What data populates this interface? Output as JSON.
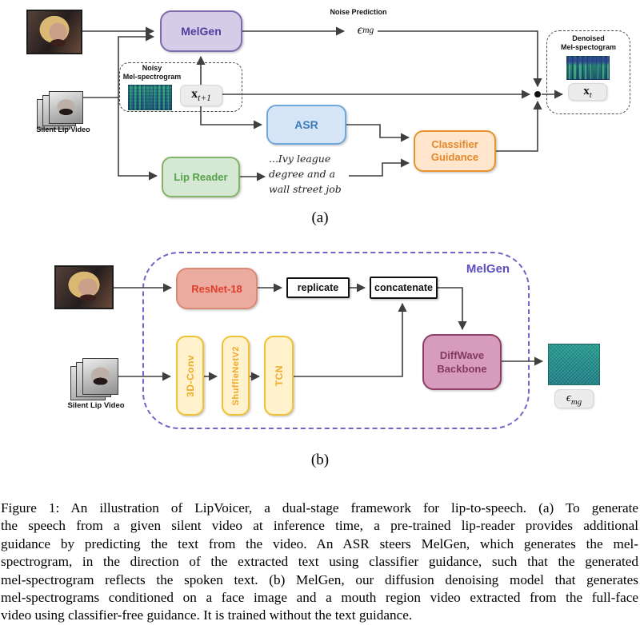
{
  "colors": {
    "purple_fill": "#d5cce8",
    "purple_stroke": "#7d6bb0",
    "purple_text": "#4f3e9e",
    "blue_fill": "#d6e6f7",
    "blue_stroke": "#6fa8dc",
    "blue_text": "#3c7ab8",
    "green_fill": "#d5e8d4",
    "green_stroke": "#82b366",
    "green_text": "#55a04a",
    "orange_fill": "#ffe6cc",
    "orange_stroke": "#e8912d",
    "orange_text": "#e2882a",
    "red_fill": "#ecab9f",
    "red_stroke": "#d98a77",
    "red_text": "#e03d2d",
    "yellow_fill": "#fff2cc",
    "yellow_stroke": "#f1c232",
    "yellow_text": "#efa928",
    "pink_fill": "#d79cbd",
    "pink_stroke": "#8f3f66",
    "pink_text": "#833a60",
    "melgen_dashed_border": "#7163c8",
    "connector": "#3f3f3f"
  },
  "panel_a": {
    "label": "(a)",
    "melgen": "MelGen",
    "asr": "ASR",
    "lip_reader": "Lip Reader",
    "classifier_guidance_line1": "Classifier",
    "classifier_guidance_line2": "Guidance",
    "noise_prediction": "Noise Prediction",
    "epsilon_base": "ϵ",
    "epsilon_sub": "mg",
    "noisy_box_line1": "Noisy",
    "noisy_box_line2": "Mel-spectrogram",
    "x_next_base": "x",
    "x_next_sub": "t+1",
    "silent_lip_video": "Silent Lip Video",
    "lip_text_line1": "...Ivy league",
    "lip_text_line2": "degree and a",
    "lip_text_line3": "wall street job",
    "denoised_box_line1": "Denoised",
    "denoised_box_line2": "Mel-spectogram",
    "x_denoised_base": "x",
    "x_denoised_sub": "t"
  },
  "panel_b": {
    "label": "(b)",
    "container": "MelGen",
    "resnet": "ResNet-18",
    "replicate": "replicate",
    "concatenate": "concatenate",
    "conv3d": "3D-Conv",
    "shufflenet": "ShuffleNetV2",
    "tcn": "TCN",
    "diffwave_line1": "DiffWave",
    "diffwave_line2": "Backbone",
    "silent_lip_video": "Silent Lip Video",
    "epsilon_base": "ϵ",
    "epsilon_sub": "mg"
  },
  "caption": {
    "lines": [
      "Figure 1: An illustration of LipVoicer, a dual-stage framework for lip-to-speech. (a) To generate",
      "the speech from a given silent video at inference time, a pre-trained lip-reader provides additional",
      "guidance by predicting the text from the video. An ASR steers MelGen, which generates the mel-",
      "spectrogram, in the direction of the extracted text using classifier guidance, such that the generated",
      "mel-spectrogram reflects the spoken text. (b) MelGen, our diffusion denoising model that generates",
      "mel-spectrograms conditioned on a face image and a mouth region video extracted from the full-face",
      "video using classifier-free guidance. It is trained without the text guidance."
    ]
  }
}
